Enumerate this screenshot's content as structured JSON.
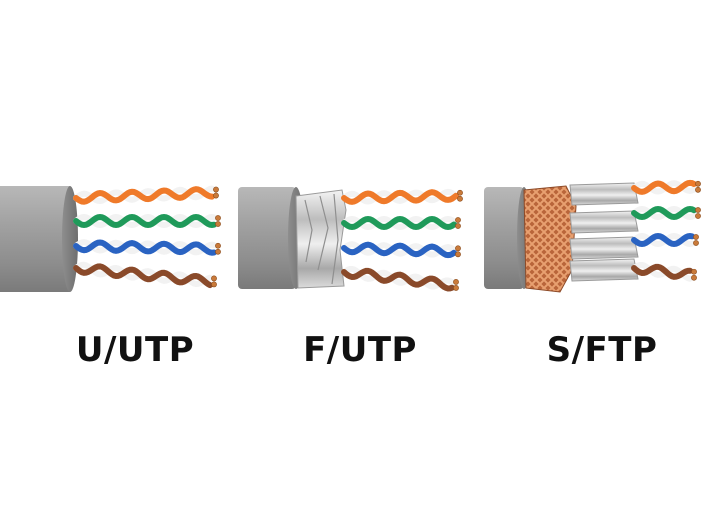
{
  "cables": [
    {
      "id": "utp",
      "label": "U/UTP",
      "shield": "none"
    },
    {
      "id": "futp",
      "label": "F/UTP",
      "shield": "foil"
    },
    {
      "id": "sftp",
      "label": "S/FTP",
      "shield": "braid-and-foil"
    }
  ],
  "colors": {
    "jacket": "#9a9a9a",
    "orange": "#ef7a2a",
    "green": "#1f9a5a",
    "blue": "#2a63c2",
    "brown": "#8a4a2a",
    "foil": "#d8d8d8",
    "braid": "#c8784a"
  }
}
